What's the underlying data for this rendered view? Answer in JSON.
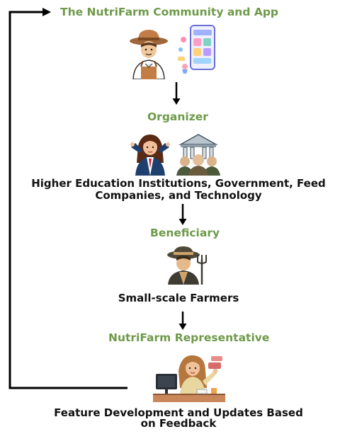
{
  "steps": {
    "community": {
      "title": "The NutriFarm Community and App"
    },
    "organizer": {
      "title": "Organizer",
      "desc_line1": "Higher Education Institutions, Government, Feed",
      "desc_line2": "Companies, and Technology"
    },
    "beneficiary": {
      "title": "Beneficiary",
      "desc": "Small-scale Farmers"
    },
    "representative": {
      "title": "NutriFarm Representative",
      "desc_line1": "Feature Development and Updates Based",
      "desc_line2": "on Feedback"
    }
  },
  "colors": {
    "title_green": "#6e9a4a",
    "text_dark": "#111111",
    "arrow": "#000000"
  },
  "icons": [
    "farmer-icon",
    "phone-app-icon",
    "businesswoman-icon",
    "institution-group-icon",
    "farmer-fork-icon",
    "office-worker-icon"
  ]
}
